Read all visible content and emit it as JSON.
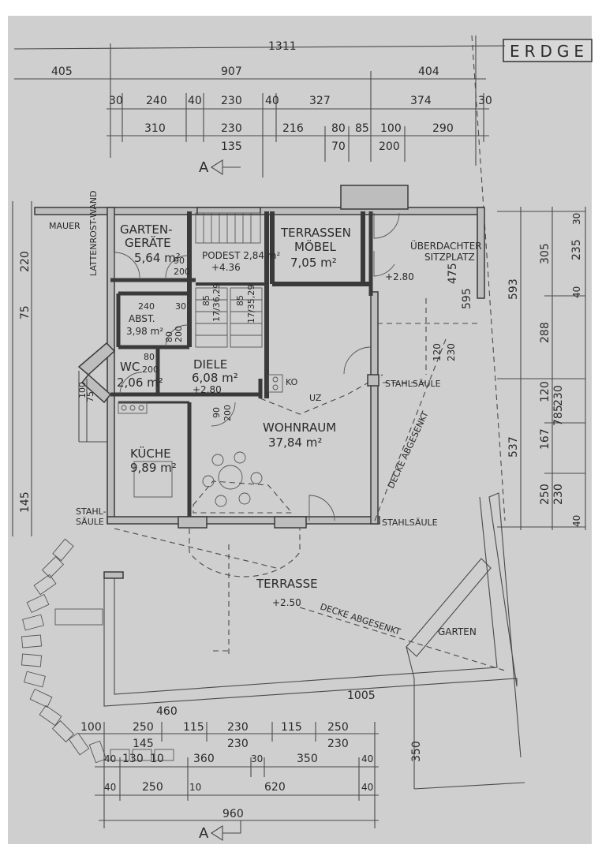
{
  "sheet": {
    "title": "ERDGE"
  },
  "dims_top": {
    "overall": "1311",
    "row1": [
      "405",
      "907",
      "404"
    ],
    "row2": [
      "30",
      "240",
      "40",
      "230",
      "40",
      "327",
      "374",
      "30"
    ],
    "row3": [
      "310",
      "230",
      "216",
      "80",
      "85",
      "100",
      "290"
    ],
    "row4": [
      "135",
      "70",
      "200"
    ]
  },
  "dims_right": {
    "outer": [
      "593",
      "537"
    ],
    "middle": [
      "305",
      "288",
      "785"
    ],
    "inner": [
      "30",
      "235",
      "40",
      "230",
      "167",
      "250",
      "230",
      "40"
    ],
    "inner_120": "120"
  },
  "dims_bottom": {
    "row1": [
      "100",
      "250",
      "115",
      "230",
      "115",
      "250"
    ],
    "row2": [
      "145",
      "230",
      "230"
    ],
    "row3": [
      "40",
      "130",
      "10",
      "360",
      "30",
      "350",
      "40"
    ],
    "row4": [
      "40",
      "250",
      "10",
      "620",
      "40"
    ],
    "overall": "960",
    "garden_1005": "1005",
    "garden_460": "460",
    "garden_350": "350"
  },
  "dims_left": {
    "values": [
      "220",
      "75",
      "145"
    ]
  },
  "rooms": {
    "garten": {
      "line1": "GARTEN-",
      "line2": "GERÄTE",
      "area": "5,64 m²"
    },
    "podest": {
      "name": "PODEST 2,84 m²",
      "level": "+4.36"
    },
    "terrassenmoebel": {
      "line1": "TERRASSEN",
      "line2": "MÖBEL",
      "area": "7,05 m²"
    },
    "sitzplatz": {
      "line1": "ÜBERDACHTER",
      "line2": "SITZPLATZ",
      "level": "+2.80"
    },
    "abst": {
      "name": "ABST.",
      "area": "3,98 m²"
    },
    "wc": {
      "name": "WC",
      "area": "2,06 m²"
    },
    "diele": {
      "name": "DIELE",
      "area": "6,08 m²",
      "level": "+2.80"
    },
    "wohnraum": {
      "name": "WOHNRAUM",
      "area": "37,84 m²"
    },
    "kueche": {
      "name": "KÜCHE",
      "area": "9,89 m²"
    },
    "terrasse": {
      "name": "TERRASSE",
      "level": "+2.50"
    },
    "garten_out": {
      "name": "GARTEN"
    }
  },
  "labels": {
    "mauer": "MAUER",
    "lattenrost": "LATTENROST-WAND",
    "stahlsaeule_r1": "STAHLSÄULE",
    "stahlsaeule_r2": "STAHLSÄULE",
    "stahlsaeule_l1": "STAHL-",
    "stahlsaeule_l2": "SÄULE",
    "decke1": "DECKE ABGESENKT",
    "decke2": "DECKE ABGESENKT",
    "ko": "KO",
    "uz": "UZ",
    "section_mark": "A"
  },
  "small_dims": {
    "garten_door": [
      "90",
      "200"
    ],
    "podest_stairs": [
      "85",
      "17/36,29"
    ],
    "podest_stairs2": [
      "85",
      "17/35,29"
    ],
    "abst_top": [
      "240",
      "30"
    ],
    "abst_door": [
      "80",
      "200"
    ],
    "wc_door": [
      "80",
      "200"
    ],
    "diele_door": [
      "90",
      "200"
    ],
    "sitz_475": "475",
    "sitz_595": "595",
    "sitz_120": "120",
    "sitz_230": "230",
    "wc_side": [
      "100",
      "75"
    ]
  }
}
